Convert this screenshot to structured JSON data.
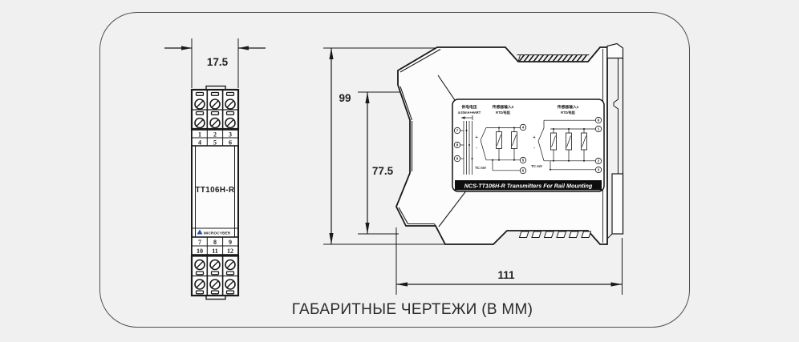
{
  "panel": {
    "caption": "ГАБАРИТНЫЕ ЧЕРТЕЖИ (В ММ)"
  },
  "front_view": {
    "width_dim": "17.5",
    "model_label": "TT106H-R",
    "brand": "MICROCYBER",
    "top_terminals": [
      "1",
      "2",
      "3",
      "4",
      "5",
      "6"
    ],
    "bottom_terminals": [
      "7",
      "8",
      "9",
      "10",
      "11",
      "12"
    ]
  },
  "side_view": {
    "height_dim": "99",
    "inner_height_dim": "77.5",
    "width_dim": "111",
    "label": {
      "power_title": "供电电压",
      "power_subtitle": "4-20mA+HART",
      "sensor2_title": "传感器输入2",
      "sensor2_subtitle": "RTD/电阻",
      "sensor1_title": "传感器输入1",
      "sensor1_subtitle": "RTD/电阻",
      "plus": "+",
      "minus": "-",
      "tc_mv": "TC mV",
      "title_bar": "NCS-TT106H-R Transmitters For Rail Mounting",
      "power_terminals": [
        "7",
        "8",
        "9"
      ],
      "sensor2_terminals": [
        "4",
        "5",
        "6"
      ],
      "sensor1_terminals": [
        "6",
        "1",
        "2",
        "3"
      ]
    }
  },
  "colors": {
    "line": "#1a1a1a",
    "model_blue": "#1d6fd4",
    "brand_blue": "#2b4faa",
    "bar_black": "#0d0d0d",
    "background": "#f0f0f0"
  }
}
